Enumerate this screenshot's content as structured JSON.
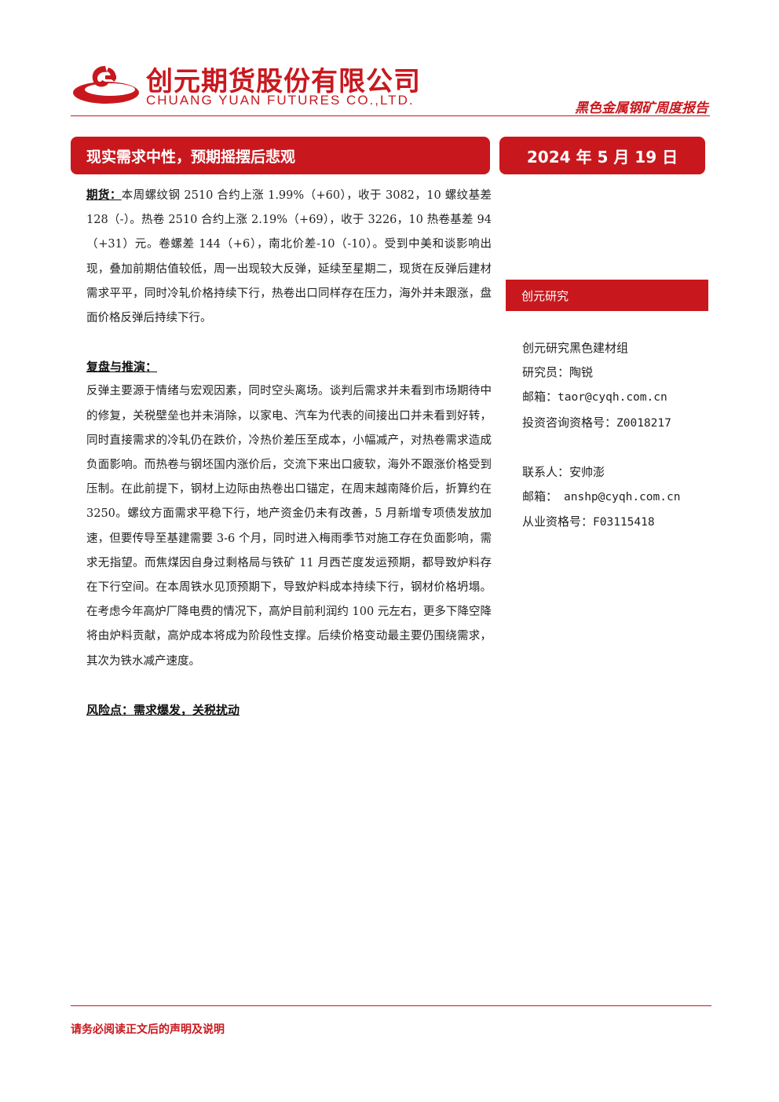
{
  "header": {
    "company_cn": "创元期货股份有限公司",
    "company_en": "CHUANG YUAN FUTURES CO.,LTD.",
    "report_type": "黑色金属钢矿周度报告",
    "brand_color": "#c8181e"
  },
  "title": "现实需求中性，预期摇摆后悲观",
  "date": "2024 年 5 月 19 日",
  "futures": {
    "label": "期货：",
    "text": "本周螺纹钢 2510 合约上涨 1.99%（+60），收于 3082，10 螺纹基差 128（-）。热卷 2510 合约上涨 2.19%（+69），收于 3226，10 热卷基差 94（+31）元。卷螺差 144（+6），南北价差-10（-10）。受到中美和谈影响出现，叠加前期估值较低，周一出现较大反弹，延续至星期二，现货在反弹后建材需求平平，同时冷轧价格持续下行，热卷出口同样存在压力，海外并未跟涨，盘面价格反弹后持续下行。"
  },
  "review": {
    "title": "复盘与推演：",
    "text": "反弹主要源于情绪与宏观因素，同时空头离场。谈判后需求并未看到市场期待中的修复，关税壁垒也并未消除，以家电、汽车为代表的间接出口并未看到好转，同时直接需求的冷轧仍在跌价，冷热价差压至成本，小幅减产，对热卷需求造成负面影响。而热卷与钢坯国内涨价后，交流下来出口疲软，海外不跟涨价格受到压制。在此前提下，钢材上边际由热卷出口锚定，在周末越南降价后，折算约在 3250。螺纹方面需求平稳下行，地产资金仍未有改善，5 月新增专项债发放加速，但要传导至基建需要 3-6 个月，同时进入梅雨季节对施工存在负面影响，需求无指望。而焦煤因自身过剩格局与铁矿 11 月西芒度发运预期，都导致炉料存在下行空间。在本周铁水见顶预期下，导致炉料成本持续下行，钢材价格坍塌。在考虑今年高炉厂降电费的情况下，高炉目前利润约 100 元左右，更多下降空降将由炉料贡献，高炉成本将成为阶段性支撑。后续价格变动最主要仍围绕需求，其次为铁水减产速度。"
  },
  "risk": "风险点：需求爆发，关税扰动",
  "sidebar": {
    "section": "创元研究",
    "group": "创元研究黑色建材组",
    "researcher_label": "研究员：",
    "researcher": "陶锐",
    "email1_label": "邮箱：",
    "email1": "taor@cyqh.com.cn",
    "cert_label": "投资咨询资格号：",
    "cert": "Z0018217",
    "contact_label": "联系人：",
    "contact": "安帅澎",
    "email2_label": "邮箱：",
    "email2": "anshp@cyqh.com.cn",
    "qual_label": "从业资格号：",
    "qual": "F03115418"
  },
  "footer": "请务必阅读正文后的声明及说明"
}
